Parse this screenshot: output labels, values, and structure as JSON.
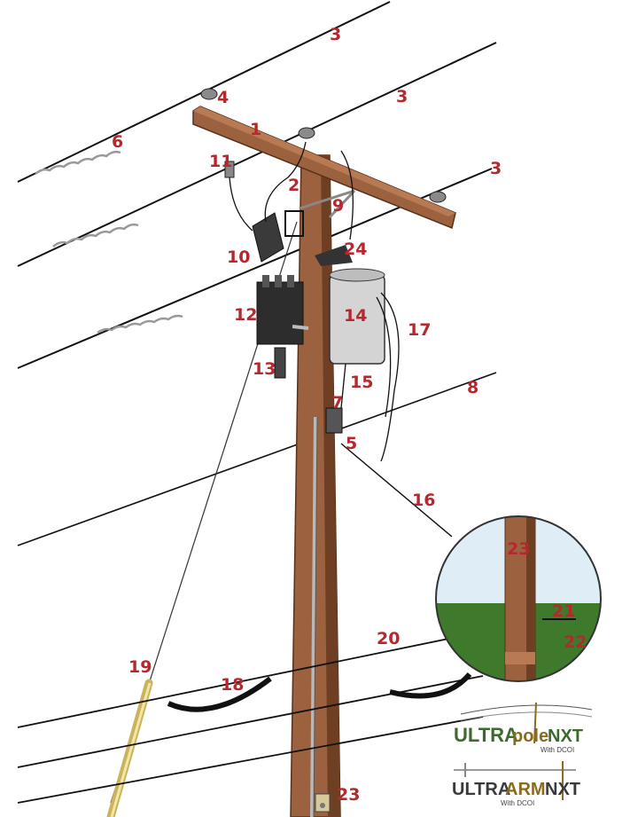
{
  "callouts": [
    "1",
    "2",
    "3",
    "4",
    "5",
    "6",
    "7",
    "8",
    "9",
    "10",
    "11",
    "12",
    "13",
    "14",
    "15",
    "16",
    "17",
    "18",
    "19",
    "20",
    "21",
    "22",
    "23",
    "24"
  ],
  "logos": {
    "pole": {
      "word1": "ULTRA",
      "word2": "pole",
      "word3": "NXT",
      "sub": "With DCOI"
    },
    "arm": {
      "word1": "ULTRA",
      "word2": "ARM",
      "word3": "NXT",
      "sub": "With DCOI"
    }
  },
  "colors": {
    "callout": "#b5282e",
    "wood": "#9c6240",
    "wood_dark": "#6f3f24",
    "line": "#111111",
    "grass": "#3f7a2c",
    "sky": "#dfeef6",
    "logo_green": "#3a6b2c",
    "logo_olive": "#8a6a1e",
    "guard": "#e8d98a"
  }
}
